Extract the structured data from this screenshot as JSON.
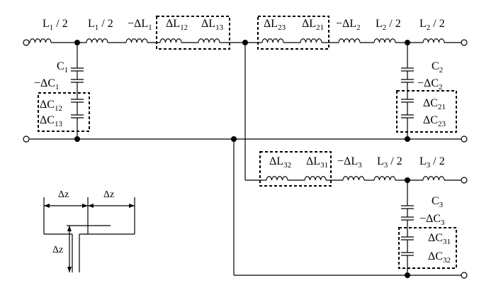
{
  "branch_1": {
    "series": [
      {
        "symbol": "L",
        "sub": "1",
        "suffix": "/ 2"
      },
      {
        "symbol": "L",
        "sub": "1",
        "suffix": "/ 2"
      },
      {
        "symbol": "−ΔL",
        "sub": "1",
        "suffix": ""
      },
      {
        "symbol": "ΔL",
        "sub": "12",
        "suffix": ""
      },
      {
        "symbol": "ΔL",
        "sub": "13",
        "suffix": ""
      }
    ],
    "shunt": [
      {
        "symbol": "C",
        "sub": "1"
      },
      {
        "symbol": "−ΔC",
        "sub": "1"
      },
      {
        "symbol": "ΔC",
        "sub": "12"
      },
      {
        "symbol": "ΔC",
        "sub": "13"
      }
    ]
  },
  "branch_2": {
    "series": [
      {
        "symbol": "ΔL",
        "sub": "23",
        "suffix": ""
      },
      {
        "symbol": "ΔL",
        "sub": "21",
        "suffix": ""
      },
      {
        "symbol": "−ΔL",
        "sub": "2",
        "suffix": ""
      },
      {
        "symbol": "L",
        "sub": "2",
        "suffix": "/ 2"
      },
      {
        "symbol": "L",
        "sub": "2",
        "suffix": "/ 2"
      }
    ],
    "shunt": [
      {
        "symbol": "C",
        "sub": "2"
      },
      {
        "symbol": "−ΔC",
        "sub": "2"
      },
      {
        "symbol": "ΔC",
        "sub": "21"
      },
      {
        "symbol": "ΔC",
        "sub": "23"
      }
    ]
  },
  "branch_3": {
    "series": [
      {
        "symbol": "ΔL",
        "sub": "32",
        "suffix": ""
      },
      {
        "symbol": "ΔL",
        "sub": "31",
        "suffix": ""
      },
      {
        "symbol": "−ΔL",
        "sub": "3",
        "suffix": ""
      },
      {
        "symbol": "L",
        "sub": "3",
        "suffix": "/ 2"
      },
      {
        "symbol": "L",
        "sub": "3",
        "suffix": "/ 2"
      }
    ],
    "shunt": [
      {
        "symbol": "C",
        "sub": "3"
      },
      {
        "symbol": "−ΔC",
        "sub": "3"
      },
      {
        "symbol": "ΔC",
        "sub": "31"
      },
      {
        "symbol": "ΔC",
        "sub": "32"
      }
    ]
  },
  "cross_section": {
    "dim_left": "Δz",
    "dim_right": "Δz",
    "dim_vertical": "Δz"
  }
}
